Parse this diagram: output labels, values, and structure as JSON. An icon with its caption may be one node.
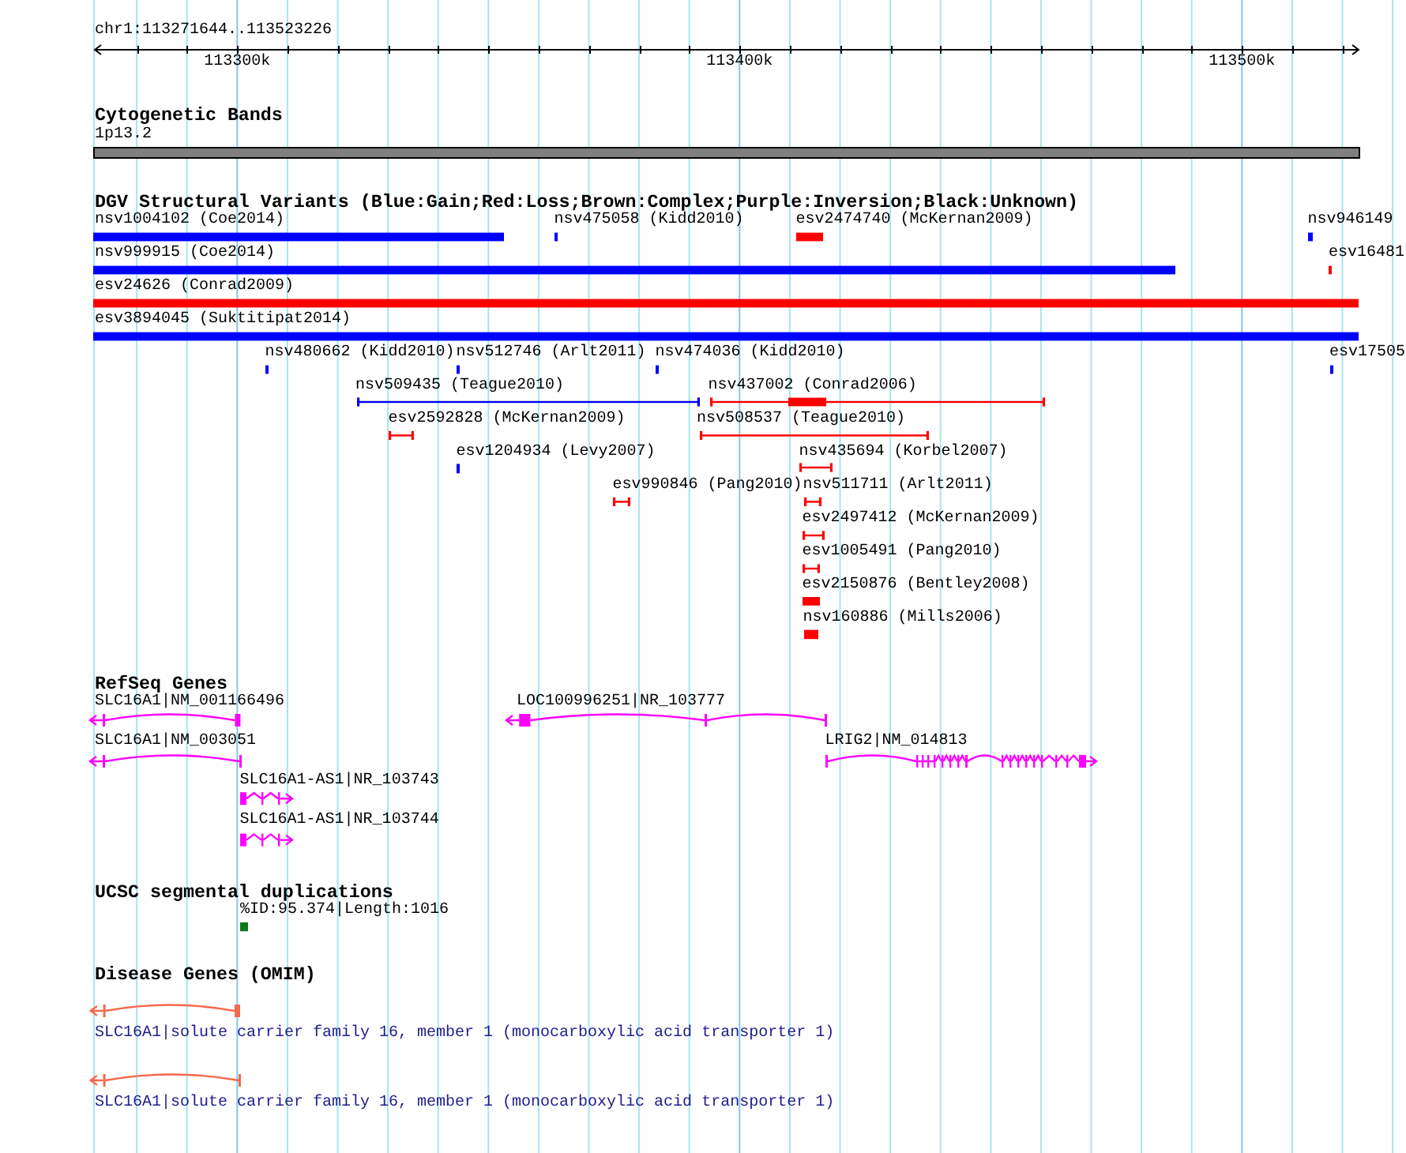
{
  "diagram": {
    "labels": [
      "chr1:113271644..113523226",
      "113300k",
      "113400k",
      "113500k",
      "Cytogenetic Bands",
      "1p13.2",
      "DGV Structural Variants (Blue:Gain;Red:Loss;Brown:Complex;Purple:Inversion;Black:Unknown)",
      "nsv1004102 (Coe2014)",
      "nsv475058 (Kidd2010)",
      "esv2474740 (McKernan2009)",
      "nsv946149",
      "nsv999915 (Coe2014)",
      "esv16481",
      "esv24626 (Conrad2009)",
      "esv3894045 (Suktitipat2014)",
      "nsv480662 (Kidd2010)",
      "nsv512746 (Arlt2011)",
      "nsv474036 (Kidd2010)",
      "esv17505",
      "nsv509435 (Teague2010)",
      "nsv437002 (Conrad2006)",
      "esv2592828 (McKernan2009)",
      "nsv508537 (Teague2010)",
      "esv1204934 (Levy2007)",
      "nsv435694 (Korbel2007)",
      "esv990846 (Pang2010)",
      "nsv511711 (Arlt2011)",
      "esv2497412 (McKernan2009)",
      "esv1005491 (Pang2010)",
      "esv2150876 (Bentley2008)",
      "nsv160886 (Mills2006)",
      "RefSeq Genes",
      "SLC16A1|NM_001166496",
      "LOC100996251|NR_103777",
      "SLC16A1|NM_003051",
      "LRIG2|NM_014813",
      "SLC16A1-AS1|NR_103743",
      "SLC16A1-AS1|NR_103744",
      "UCSC segmental duplications",
      "%ID:95.374|Length:1016",
      "Disease Genes (OMIM)",
      "SLC16A1|solute carrier family 16, member 1 (monocarboxylic acid transporter 1)",
      "SLC16A1|solute carrier family 16, member 1 (monocarboxylic acid transporter 1)"
    ]
  }
}
